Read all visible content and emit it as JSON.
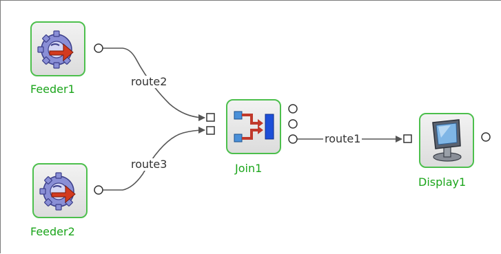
{
  "nodes": [
    {
      "id": "feeder1",
      "label": "Feeder1",
      "icon": "feeder-icon"
    },
    {
      "id": "feeder2",
      "label": "Feeder2",
      "icon": "feeder-icon"
    },
    {
      "id": "join1",
      "label": "Join1",
      "icon": "join-icon"
    },
    {
      "id": "display1",
      "label": "Display1",
      "icon": "display-icon"
    }
  ],
  "routes": [
    {
      "label": "route2",
      "from": "Feeder1",
      "to": "Join1"
    },
    {
      "label": "route3",
      "from": "Feeder2",
      "to": "Join1"
    },
    {
      "label": "route1",
      "from": "Join1",
      "to": "Display1"
    }
  ],
  "colors": {
    "node_border": "#4cbf4c",
    "node_label": "#1ba51b",
    "wire": "#555555"
  }
}
